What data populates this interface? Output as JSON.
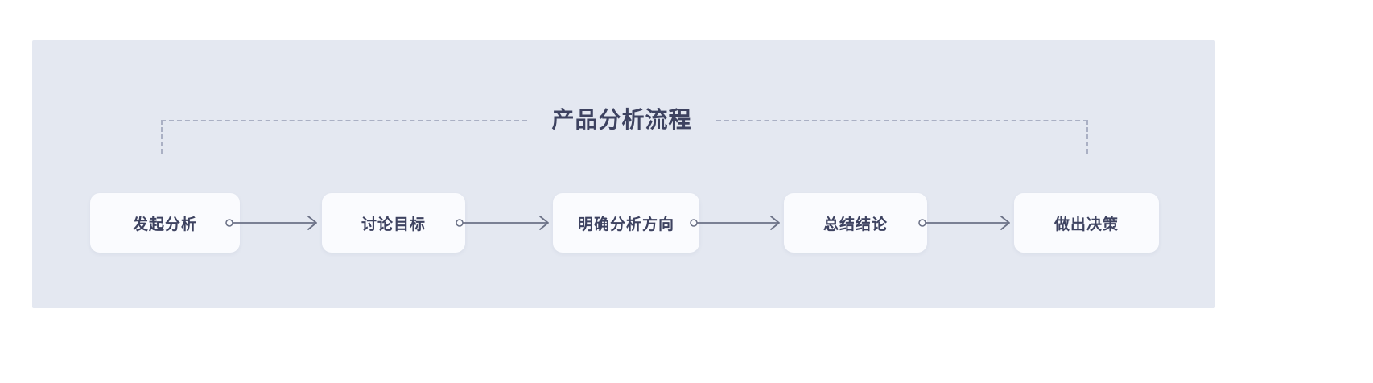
{
  "colors": {
    "panel_background": "#e4e8f1",
    "page_background": "#ffffff",
    "node_background": "#fafbfe",
    "text": "#3d4260",
    "dashed_border": "#aab0c4",
    "connector": "#6b7186"
  },
  "diagram": {
    "title": "产品分析流程",
    "bracket_style": "dashed",
    "nodes": [
      {
        "label": "发起分析"
      },
      {
        "label": "讨论目标"
      },
      {
        "label": "明确分析方向"
      },
      {
        "label": "总结结论"
      },
      {
        "label": "做出决策"
      }
    ],
    "connectors": [
      {
        "from": "发起分析",
        "to": "讨论目标",
        "style": "arrow-right"
      },
      {
        "from": "讨论目标",
        "to": "明确分析方向",
        "style": "arrow-right"
      },
      {
        "from": "明确分析方向",
        "to": "总结结论",
        "style": "arrow-right"
      },
      {
        "from": "总结结论",
        "to": "做出决策",
        "style": "arrow-right"
      }
    ]
  }
}
